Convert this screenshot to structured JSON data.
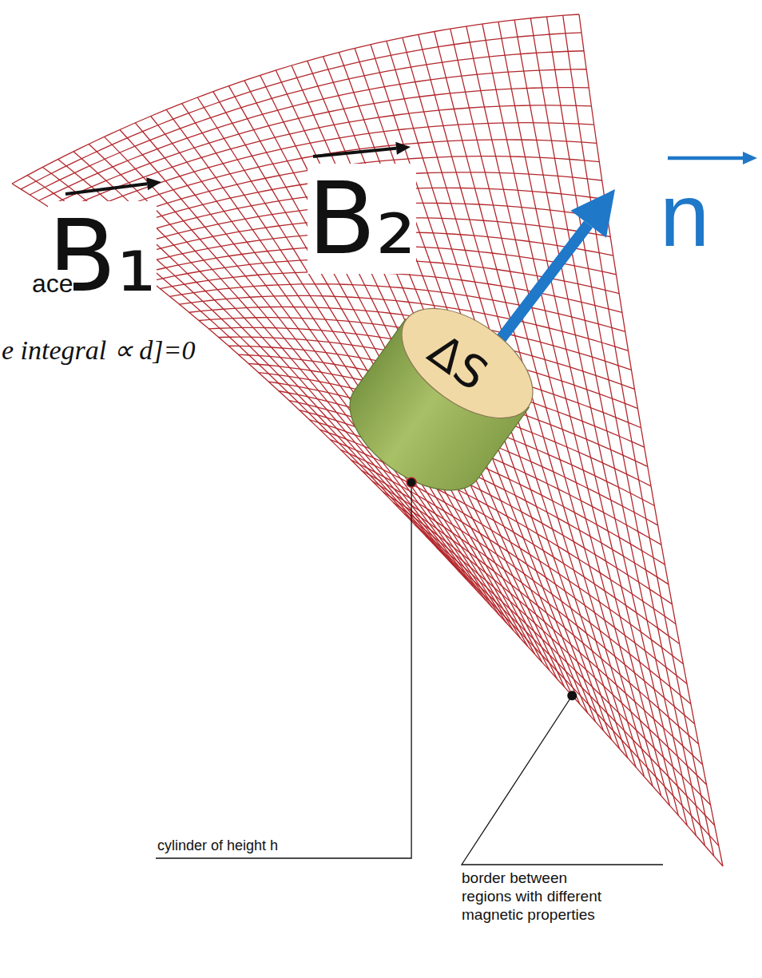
{
  "diagram": {
    "nodes": [
      {
        "text": [
          "ΔS"
        ]
      }
    ],
    "labels": [
      "B₁",
      "B₂",
      "n",
      "ace",
      "e integral ∝ d]=0",
      "cylinder of height h",
      "border between regions with different magnetic properties"
    ]
  }
}
